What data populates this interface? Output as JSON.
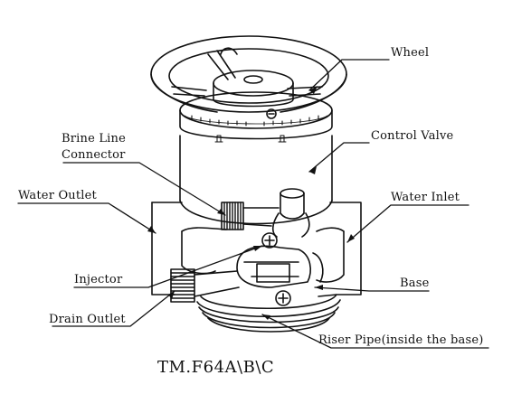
{
  "labels": {
    "wheel": "Wheel",
    "control_valve": "Control Valve",
    "brine_line_connector_1": "Brine Line",
    "brine_line_connector_2": "Connector",
    "water_outlet": "Water Outlet",
    "water_inlet": "Water Inlet",
    "injector": "Injector",
    "base": "Base",
    "drain_outlet": "Drain Outlet",
    "riser_pipe": "Riser Pipe(inside the base)"
  },
  "caption": "TM.F64A\\B\\C"
}
